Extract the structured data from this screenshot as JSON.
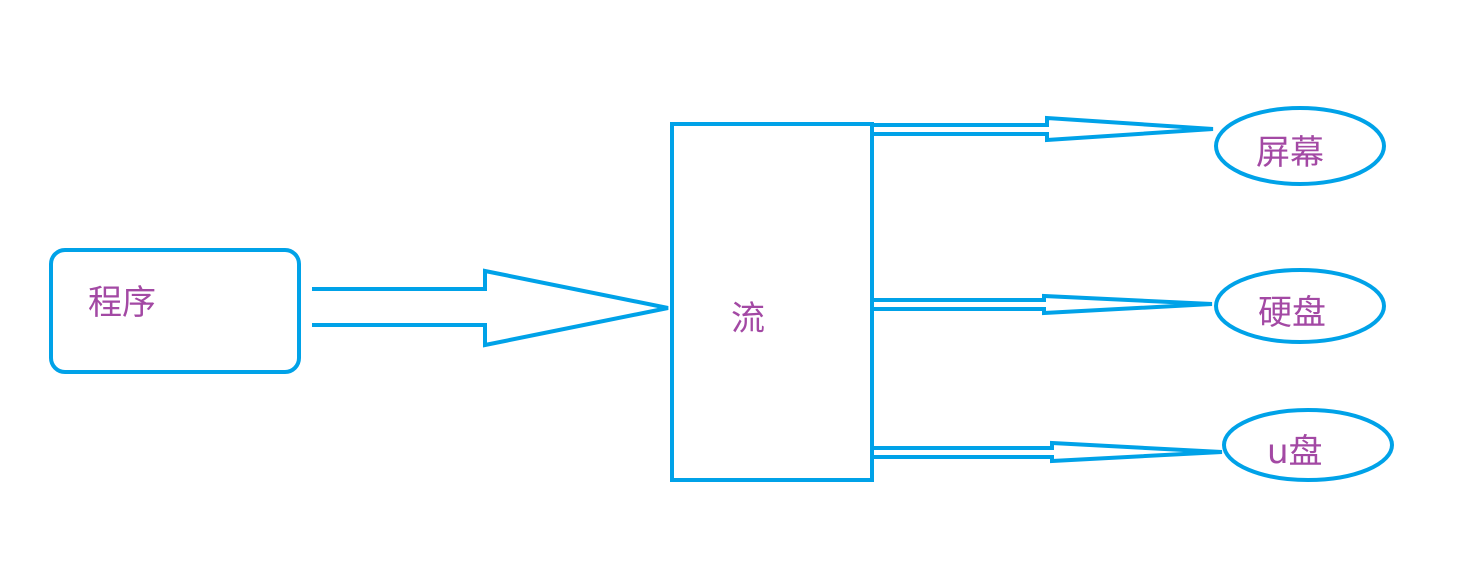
{
  "diagram": {
    "colors": {
      "stroke": "#00a2e8",
      "text": "#a349a4",
      "background": "#ffffff"
    },
    "nodes": [
      {
        "id": "program",
        "label": "程序",
        "shape": "rounded-rect"
      },
      {
        "id": "stream",
        "label": "流",
        "shape": "rect"
      },
      {
        "id": "screen",
        "label": "屏幕",
        "shape": "ellipse"
      },
      {
        "id": "harddisk",
        "label": "硬盘",
        "shape": "ellipse"
      },
      {
        "id": "usb",
        "label": "u盘",
        "shape": "ellipse"
      }
    ],
    "edges": [
      {
        "from": "program",
        "to": "stream",
        "style": "block-arrow"
      },
      {
        "from": "stream",
        "to": "screen",
        "style": "block-arrow"
      },
      {
        "from": "stream",
        "to": "harddisk",
        "style": "block-arrow"
      },
      {
        "from": "stream",
        "to": "usb",
        "style": "block-arrow"
      }
    ]
  }
}
